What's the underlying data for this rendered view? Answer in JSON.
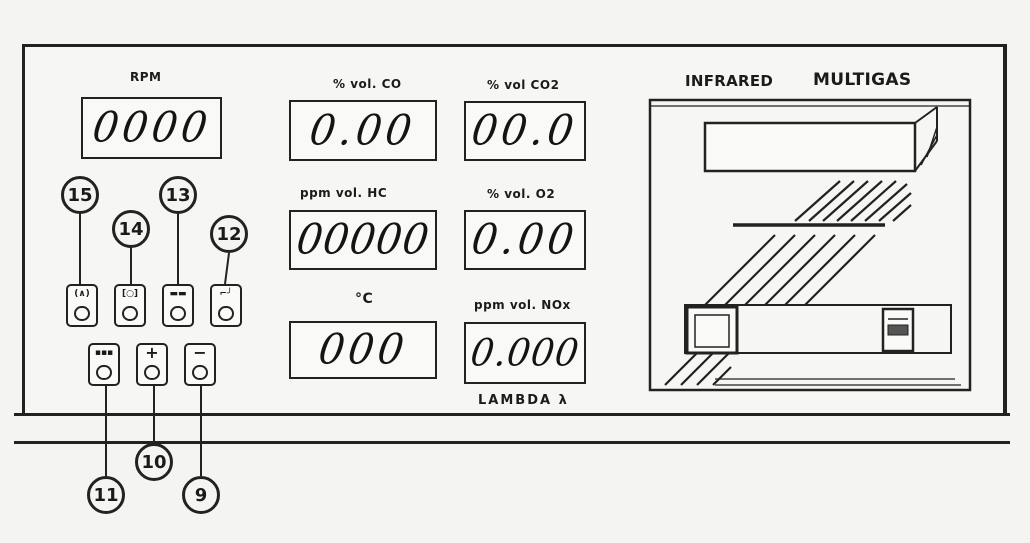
{
  "brand": {
    "line1": "INFRARED",
    "line2": "MULTIGAS"
  },
  "displays": {
    "rpm": {
      "label": "RPM",
      "value": "0000"
    },
    "co": {
      "label": "% vol. CO",
      "value": "0.00"
    },
    "co2": {
      "label": "% vol CO2",
      "value": "00.0"
    },
    "hc": {
      "label": "ppm vol. HC",
      "value": "00000"
    },
    "o2": {
      "label": "% vol. O2",
      "value": "0.00"
    },
    "temp": {
      "label": "°C",
      "value": "000"
    },
    "nox": {
      "label": "ppm vol. NOx",
      "value": "0.000"
    },
    "lambda": {
      "label": "LAMBDA λ"
    }
  },
  "keys": {
    "k15": {
      "glyph": "(∧)"
    },
    "k14": {
      "glyph": "[○]"
    },
    "k13": {
      "glyph": "▬▬"
    },
    "k12": {
      "glyph": "⌐╯"
    },
    "k11": {
      "glyph": "▪▪▪"
    },
    "k10": {
      "glyph": "+"
    },
    "k9": {
      "glyph": "−"
    }
  },
  "callouts": {
    "c15": "15",
    "c14": "14",
    "c13": "13",
    "c12": "12",
    "c11": "11",
    "c10": "10",
    "c9": "9"
  }
}
